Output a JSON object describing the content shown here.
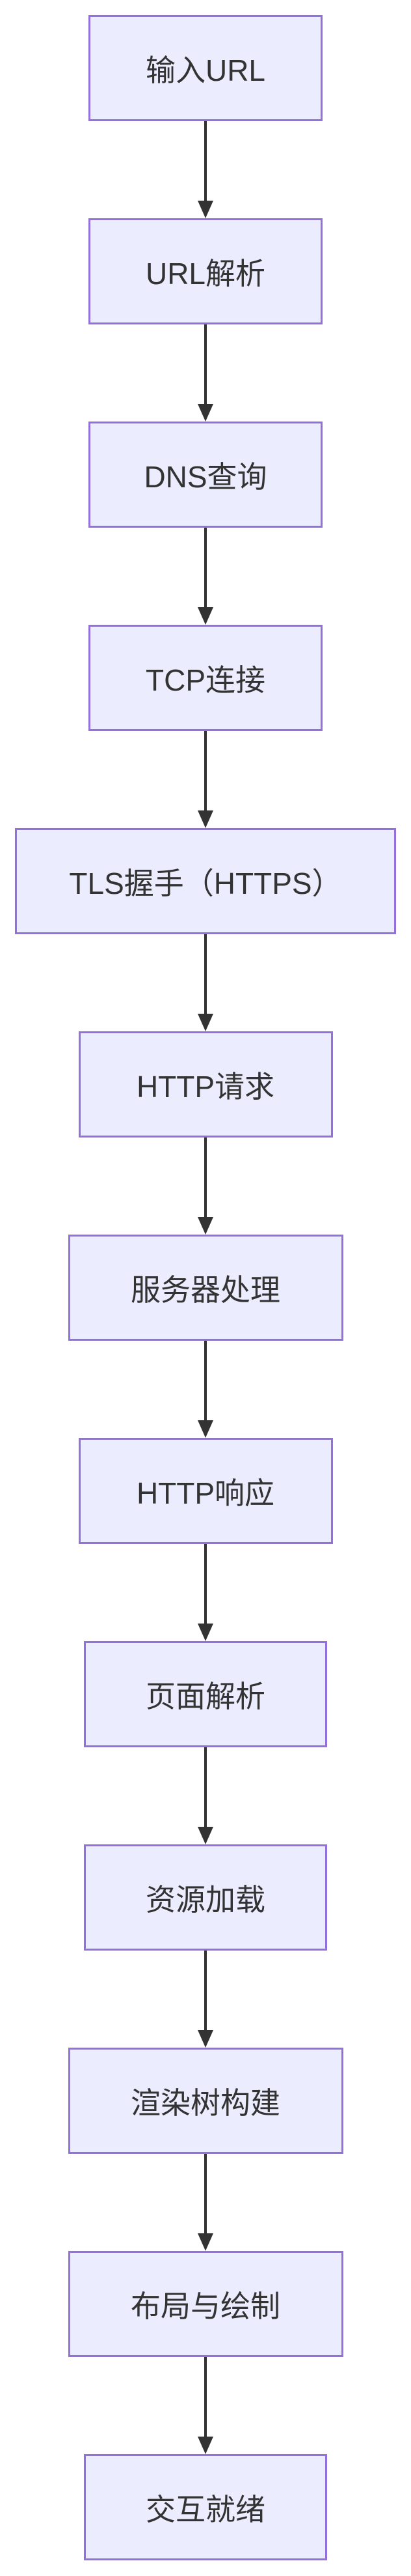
{
  "diagram": {
    "type": "flowchart-top-down",
    "steps": [
      {
        "label": "输入URL"
      },
      {
        "label": "URL解析"
      },
      {
        "label": "DNS查询"
      },
      {
        "label": "TCP连接"
      },
      {
        "label": "TLS握手（HTTPS）"
      },
      {
        "label": "HTTP请求"
      },
      {
        "label": "服务器处理"
      },
      {
        "label": "HTTP响应"
      },
      {
        "label": "页面解析"
      },
      {
        "label": "资源加载"
      },
      {
        "label": "渲染树构建"
      },
      {
        "label": "布局与绘制"
      },
      {
        "label": "交互就绪"
      }
    ],
    "colors": {
      "node_fill": "#ECECFF",
      "node_border": "#9370DB",
      "arrow": "#333333",
      "text": "#333333",
      "background": "#FFFFFF"
    }
  }
}
